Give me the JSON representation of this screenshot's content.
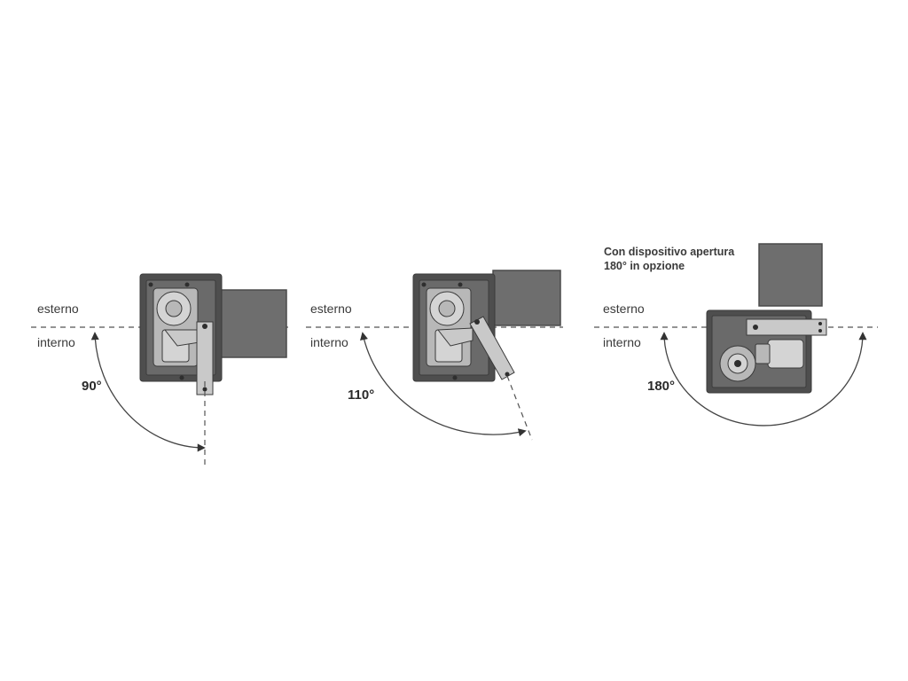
{
  "labels": {
    "outside": "esterno",
    "inside": "interno"
  },
  "panels": [
    {
      "angle": "90°"
    },
    {
      "angle": "110°"
    },
    {
      "angle": "180°"
    }
  ],
  "note": {
    "line1": "Con dispositivo apertura",
    "line2": "180° in opzione"
  },
  "colors": {
    "door": "#6e6e6e",
    "housing": "#4e4e4e",
    "arm": "#c9c9c9",
    "line": "#555555"
  }
}
